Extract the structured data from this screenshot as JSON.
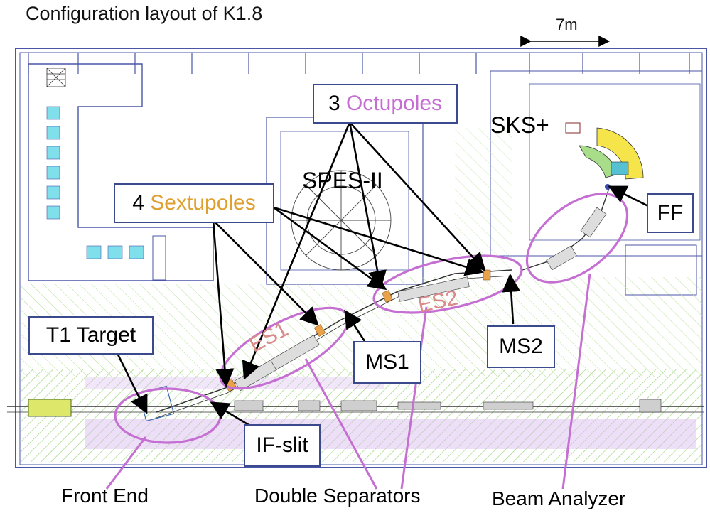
{
  "title": "Configuration layout of K1.8",
  "scale_label": "7m",
  "labels": {
    "t1_target": "T1 Target",
    "octupoles_count": "3",
    "octupoles_word": "Octupoles",
    "sextupoles_count": "4",
    "sextupoles_word": "Sextupoles",
    "spes": "SPES-II",
    "sks": "SKS+",
    "ff": "FF",
    "ms1": "MS1",
    "ms2": "MS2",
    "if_slit": "IF-slit",
    "es1": "ES1",
    "es2": "ES2"
  },
  "bottom_labels": {
    "front_end": "Front End",
    "double_separators": "Double Separators",
    "beam_analyzer": "Beam Analyzer"
  },
  "colors": {
    "frame": "#4a55a8",
    "ellipse": "#c56fd3",
    "floor_hatch": "#8fcf6a",
    "arrow": "#000000"
  }
}
